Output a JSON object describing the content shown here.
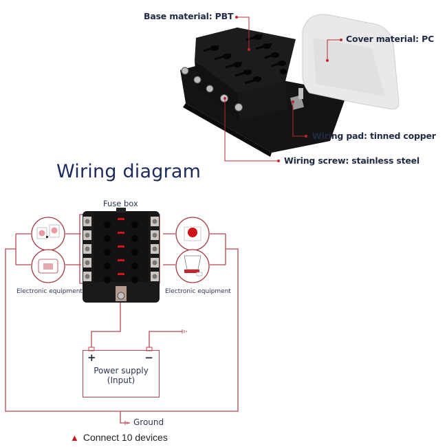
{
  "product_callouts": {
    "base_material": "Base material: PBT",
    "cover_material": "Cover material: PC",
    "wiring_pad": "Wiring pad: tinned copper",
    "wiring_screw": "Wiring screw: stainless steel"
  },
  "wiring_diagram": {
    "title": "Wiring diagram",
    "fuse_box_label": "Fuse box",
    "left_devices_label": "Electronic equipment",
    "right_devices_label": "Electronic equipment",
    "power_supply": {
      "plus": "+",
      "minus": "−",
      "line1": "Power supply",
      "line2": "(Input)"
    },
    "ground_label": "Ground",
    "note_icon": "▲",
    "note": "Connect 10 devices",
    "fuse_slots": 10
  },
  "colors": {
    "wire": "#b8454d",
    "accent_red": "#d0121b",
    "text_dark": "#1f2a44",
    "title_blue": "#1d2a5c"
  }
}
